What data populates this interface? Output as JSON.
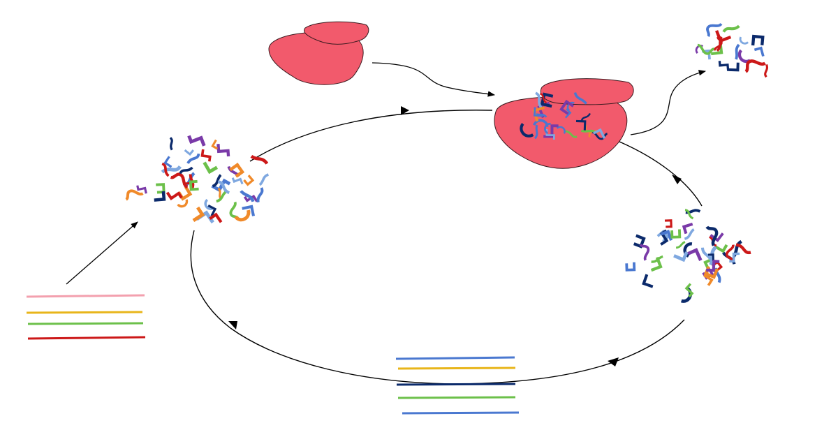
{
  "diagram": {
    "colors": {
      "background": "#ffffff",
      "enzyme": "#f25a6c",
      "outline": "#3a1a1f",
      "arrow": "#000000",
      "fragments": [
        "#0b2a6b",
        "#4a78d0",
        "#cc1818",
        "#6cc04a",
        "#f08a2a",
        "#7a3aa8",
        "#7fa8e0"
      ]
    },
    "line_groups": [
      {
        "name": "left-strands",
        "colors": [
          "#f3a0ae",
          "#e8b51a",
          "#6cc04a",
          "#cc1818"
        ]
      },
      {
        "name": "bottom-strands",
        "colors": [
          "#4a78d0",
          "#e8b51a",
          "#0b2a6b",
          "#6cc04a",
          "#4a78d0"
        ]
      }
    ],
    "fragment_clusters": [
      "left-cluster",
      "right-cluster",
      "enzyme-cluster",
      "released-cluster"
    ]
  }
}
